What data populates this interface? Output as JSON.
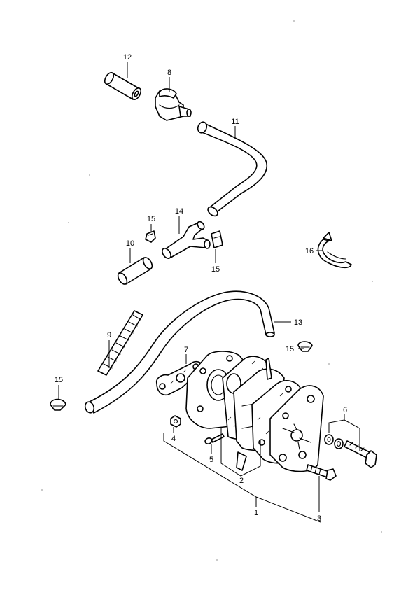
{
  "callouts": [
    {
      "part": "fuel-pump-assembly",
      "number": "1"
    },
    {
      "part": "pump-body",
      "number": "2"
    },
    {
      "part": "pump-screw",
      "number": "3"
    },
    {
      "part": "nut",
      "number": "4"
    },
    {
      "part": "screw",
      "number": "5"
    },
    {
      "part": "bolt-washer-set",
      "number": "6"
    },
    {
      "part": "gasket",
      "number": "7"
    },
    {
      "part": "fuel-filter",
      "number": "8"
    },
    {
      "part": "protector-spring",
      "number": "9"
    },
    {
      "part": "hose-short",
      "number": "10"
    },
    {
      "part": "hose-bent",
      "number": "11"
    },
    {
      "part": "hose-top",
      "number": "12"
    },
    {
      "part": "hose-long",
      "number": "13"
    },
    {
      "part": "y-joint",
      "number": "14"
    },
    {
      "part": "clip",
      "number": "15"
    },
    {
      "part": "clamp",
      "number": "16"
    }
  ]
}
